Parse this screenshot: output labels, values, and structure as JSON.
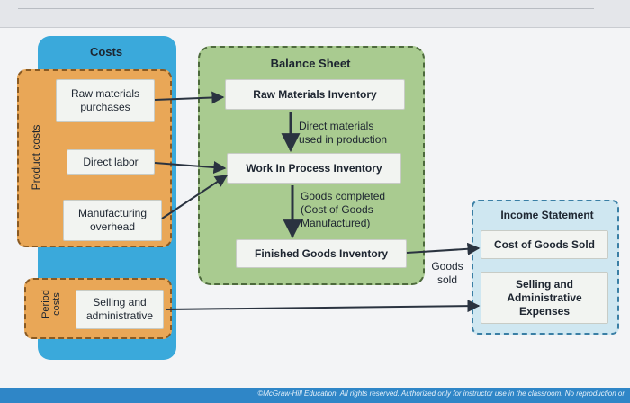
{
  "diagram": {
    "costs_label": "Costs",
    "product_costs_label": "Product costs",
    "period_costs_label": "Period\ncosts",
    "raw_materials_purchases": "Raw materials\npurchases",
    "direct_labor": "Direct labor",
    "manufacturing_overhead": "Manufacturing\noverhead",
    "selling_admin": "Selling and\nadministrative",
    "balance_sheet": "Balance Sheet",
    "raw_materials_inventory": "Raw Materials Inventory",
    "direct_materials_used": "Direct materials\nused in production",
    "work_in_process_inventory": "Work In Process Inventory",
    "goods_completed": "Goods completed\n(Cost of Goods\nManufactured)",
    "finished_goods_inventory": "Finished Goods Inventory",
    "goods_sold": "Goods\nsold",
    "income_statement": "Income Statement",
    "cost_of_goods_sold": "Cost of Goods Sold",
    "selling_admin_expenses": "Selling and\nAdministrative\nExpenses"
  },
  "footer": {
    "copyright": "©McGraw-Hill Education. All rights reserved. Authorized only for instructor use in the classroom. No reproduction or"
  },
  "colors": {
    "costs_column": "#3aa9db",
    "product_costs": "#e9a757",
    "balance_sheet": "#a9cb90",
    "income_statement": "#cfe7f1",
    "footer_bar": "#2f86c7"
  }
}
